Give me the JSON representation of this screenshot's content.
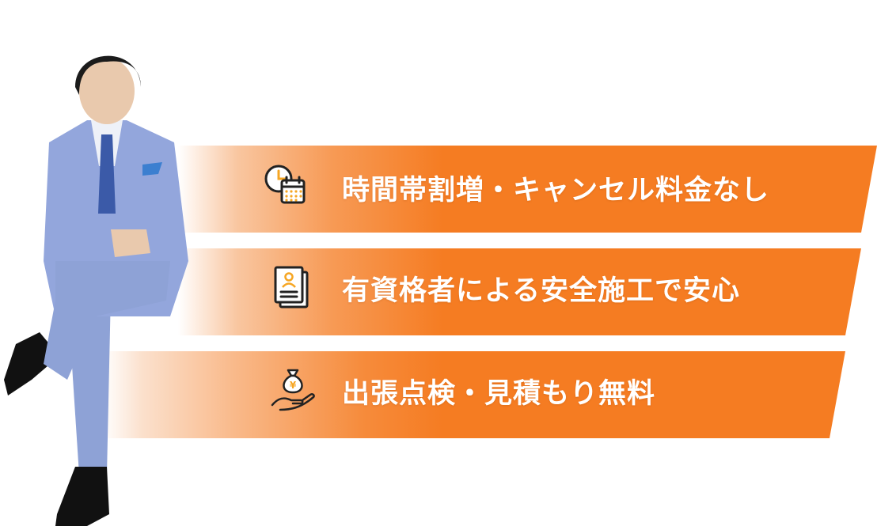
{
  "features": [
    {
      "icon": "clock-calendar-icon",
      "label": "時間帯割増・キャンセル料金なし"
    },
    {
      "icon": "license-document-icon",
      "label": "有資格者による安全施工で安心"
    },
    {
      "icon": "money-bag-hand-icon",
      "label": "出張点検・見積もり無料"
    }
  ],
  "colors": {
    "banner": "#f57c22",
    "icon_accent": "#f6a623",
    "icon_stroke": "#222222",
    "text": "#ffffff"
  }
}
